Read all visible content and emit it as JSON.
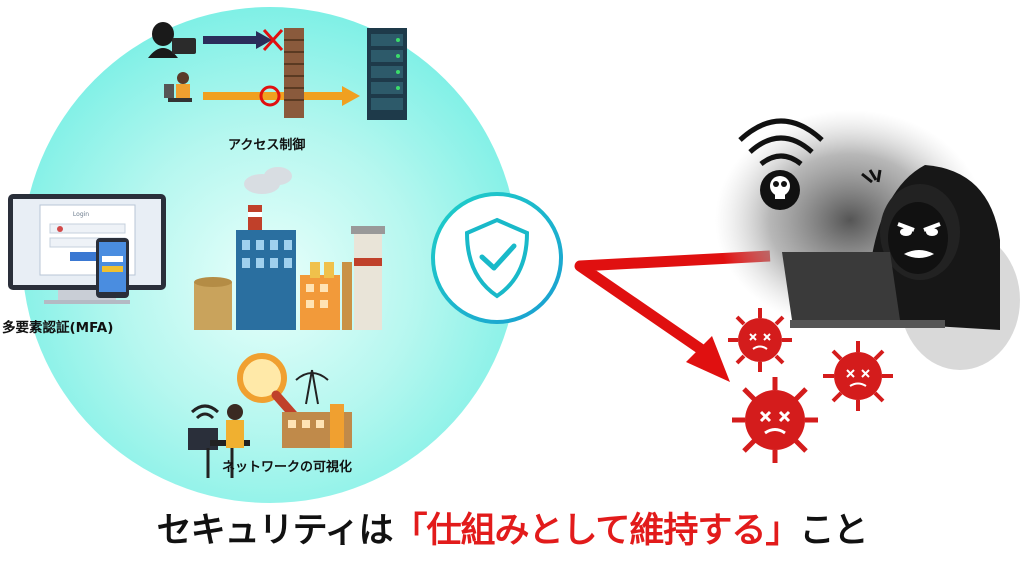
{
  "labels": {
    "access_control": "アクセス制御",
    "mfa": "多要素認証(MFA)",
    "network_visibility": "ネットワークの可視化"
  },
  "headline": {
    "part1": "セキュリティは",
    "part2": "「仕組みとして維持する」",
    "part3": "こと"
  },
  "mfa_screen": {
    "login_text": "Login"
  },
  "colors": {
    "circle": "#8ff1e8",
    "shield": "#19b9c9",
    "arrow": "#e01010",
    "virus": "#d41c1c",
    "headline_red": "#e21b1b"
  },
  "icons": [
    "hacker-icon",
    "user-icon",
    "firewall-icon",
    "server-icon",
    "factory-icon",
    "shield-check-icon",
    "virus-icon",
    "wifi-icon",
    "skull-icon",
    "magnifier-icon"
  ]
}
